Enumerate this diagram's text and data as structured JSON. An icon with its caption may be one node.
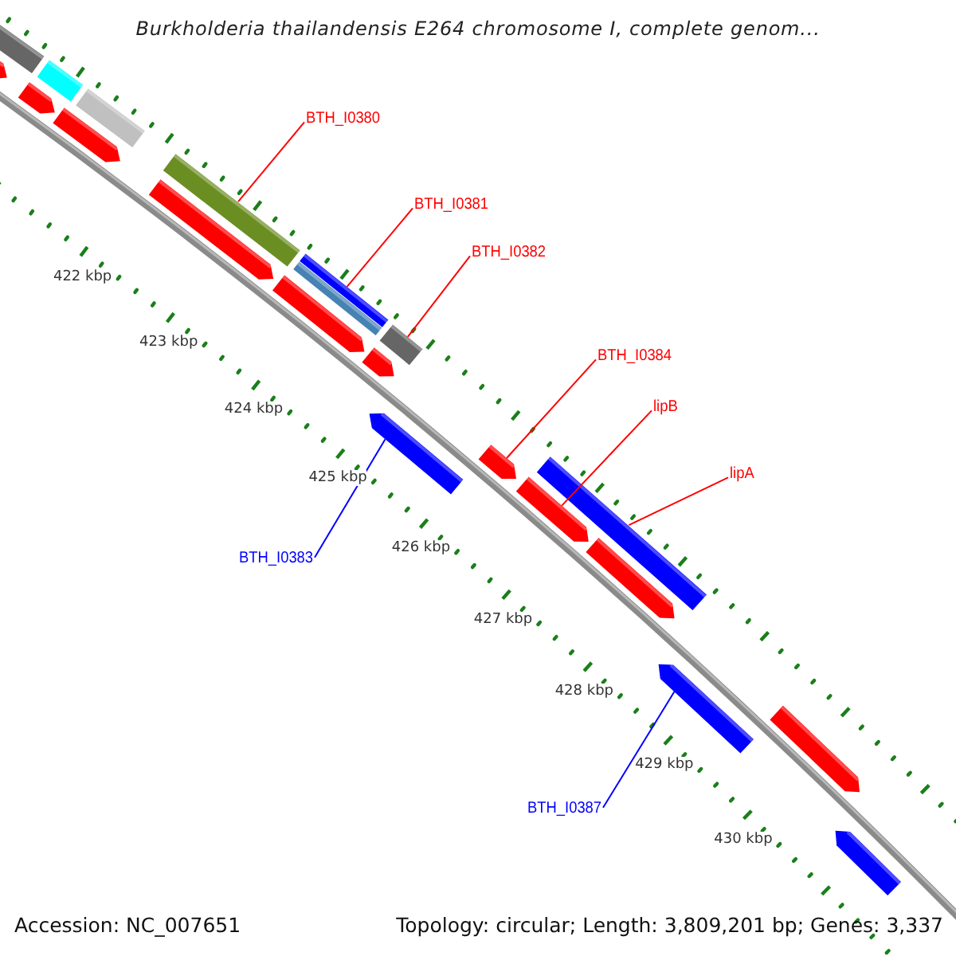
{
  "diagram": {
    "title": "Burkholderia thailandensis E264 chromosome I, complete genom...",
    "nodes": [
      {
        "text": [
          "BTH_I0380"
        ]
      },
      {
        "text": [],
        "shape": "bar"
      },
      {
        "text": [
          "BTH_I0381"
        ]
      },
      {
        "text": [],
        "shape": "bar"
      },
      {
        "text": [
          "BTH_I0382"
        ]
      },
      {
        "text": [],
        "shape": "bar"
      },
      {
        "text": [
          "BTH_I0384"
        ]
      },
      {
        "text": [],
        "shape": "bar"
      },
      {
        "text": [
          "lipB"
        ]
      },
      {
        "text": [],
        "shape": "bar"
      },
      {
        "text": [
          "lipA"
        ]
      },
      {
        "text": [],
        "shape": "bar"
      },
      {
        "text": [
          "BTH_I0383"
        ]
      },
      {
        "text": [],
        "shape": "bar"
      },
      {
        "text": [
          "BTH_I0387"
        ]
      },
      {
        "text": [],
        "shape": "bar"
      },
      {
        "text": [],
        "shape": "bar"
      },
      {
        "text": [],
        "shape": "bar"
      },
      {
        "text": [],
        "shape": "bar"
      },
      {
        "text": [],
        "shape": "bar"
      },
      {
        "text": [],
        "shape": "bar"
      },
      {
        "text": [],
        "shape": "bar"
      },
      {
        "text": [],
        "shape": "bar"
      },
      {
        "text": [],
        "shape": "bar"
      },
      {
        "text": [],
        "shape": "bar"
      },
      {
        "text": [],
        "shape": "bar"
      },
      {
        "text": [],
        "shape": "bar"
      },
      {
        "text": [],
        "shape": "bar"
      }
    ],
    "edges": [
      {
        "from": 0,
        "to": 1,
        "arrow": "none"
      },
      {
        "from": 2,
        "to": 3,
        "arrow": "none"
      },
      {
        "from": 4,
        "to": 5,
        "arrow": "none"
      },
      {
        "from": 6,
        "to": 7,
        "arrow": "none"
      },
      {
        "from": 8,
        "to": 9,
        "arrow": "none"
      },
      {
        "from": 10,
        "to": 11,
        "arrow": "none"
      },
      {
        "from": 12,
        "to": 13,
        "arrow": "none",
        "color": "#0000ff"
      },
      {
        "from": 14,
        "to": 15,
        "arrow": "none",
        "color": "#0000ff"
      }
    ],
    "labels": [
      "422 kbp",
      "423 kbp",
      "424 kbp",
      "425 kbp",
      "426 kbp",
      "427 kbp",
      "428 kbp",
      "429 kbp",
      "430 kbp",
      "Accession: NC_007651",
      "Topology: circular; Length: 3,809,201 bp; Genes: 3,337"
    ]
  }
}
